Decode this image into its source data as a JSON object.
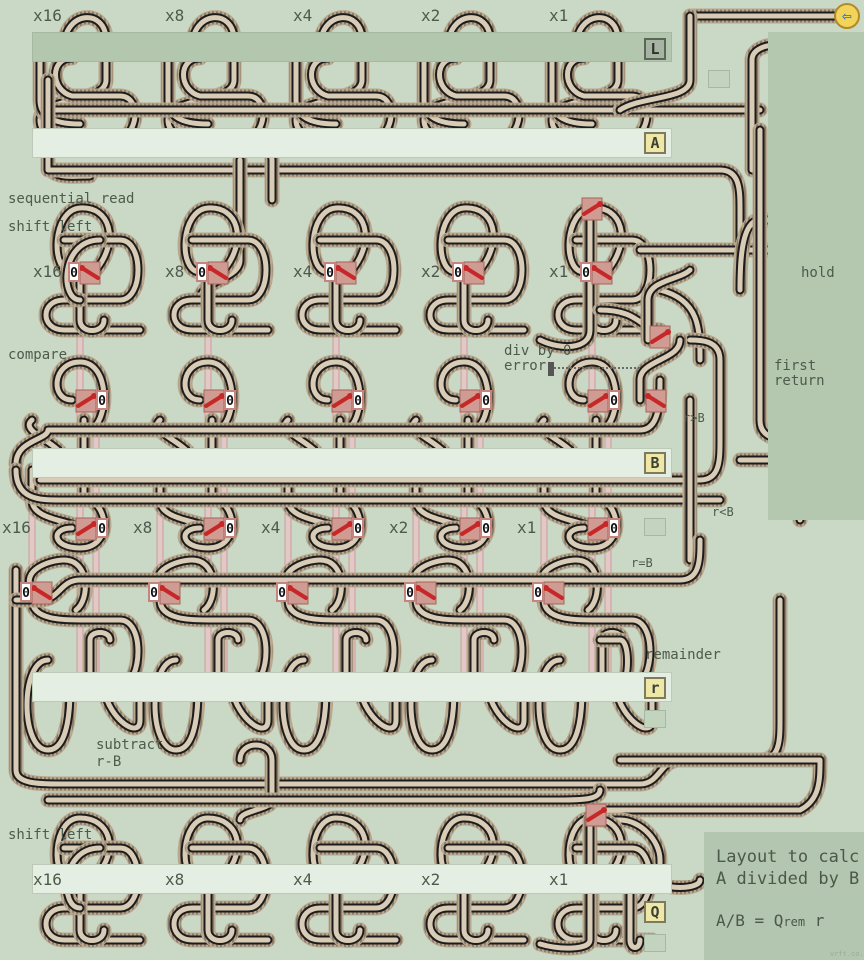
{
  "multipliers_top": [
    "x16",
    "x8",
    "x4",
    "x2",
    "x1"
  ],
  "multipliers_shift": [
    "x16",
    "x8",
    "x4",
    "x2",
    "x1"
  ],
  "multipliers_compare": [
    "x16",
    "x8",
    "x4",
    "x2",
    "x1"
  ],
  "multipliers_q": [
    "x16",
    "x8",
    "x4",
    "x2",
    "x1"
  ],
  "registers": {
    "L": "L",
    "A": "A",
    "B": "B",
    "r": "r",
    "Q": "Q"
  },
  "labels": {
    "sequential_read": "sequential read",
    "shift_left_1": "shift left",
    "compare": "compare",
    "div_by_0": "div by 0",
    "error": "error",
    "hold": "hold",
    "first": "first",
    "return": "return",
    "r_gt_b": "r>B",
    "r_lt_b": "r<B",
    "r_eq_b": "r=B",
    "remainder": "remainder",
    "subtract": "subtract",
    "r_minus_b": "r-B",
    "shift_left_2": "shift left"
  },
  "info": {
    "line1": "Layout to calc",
    "line2": "A divided by B",
    "formula_a": "A/B = Q",
    "formula_rem": "rem",
    "formula_r": "r"
  },
  "bit_value": "0",
  "watermark": "vrft.co.uk",
  "colors": {
    "background": "#c9d9c5",
    "rail": "#1c1c1c",
    "sleeper": "#b9a890",
    "switch": "#c62828",
    "bit_box": "#c9837f"
  }
}
